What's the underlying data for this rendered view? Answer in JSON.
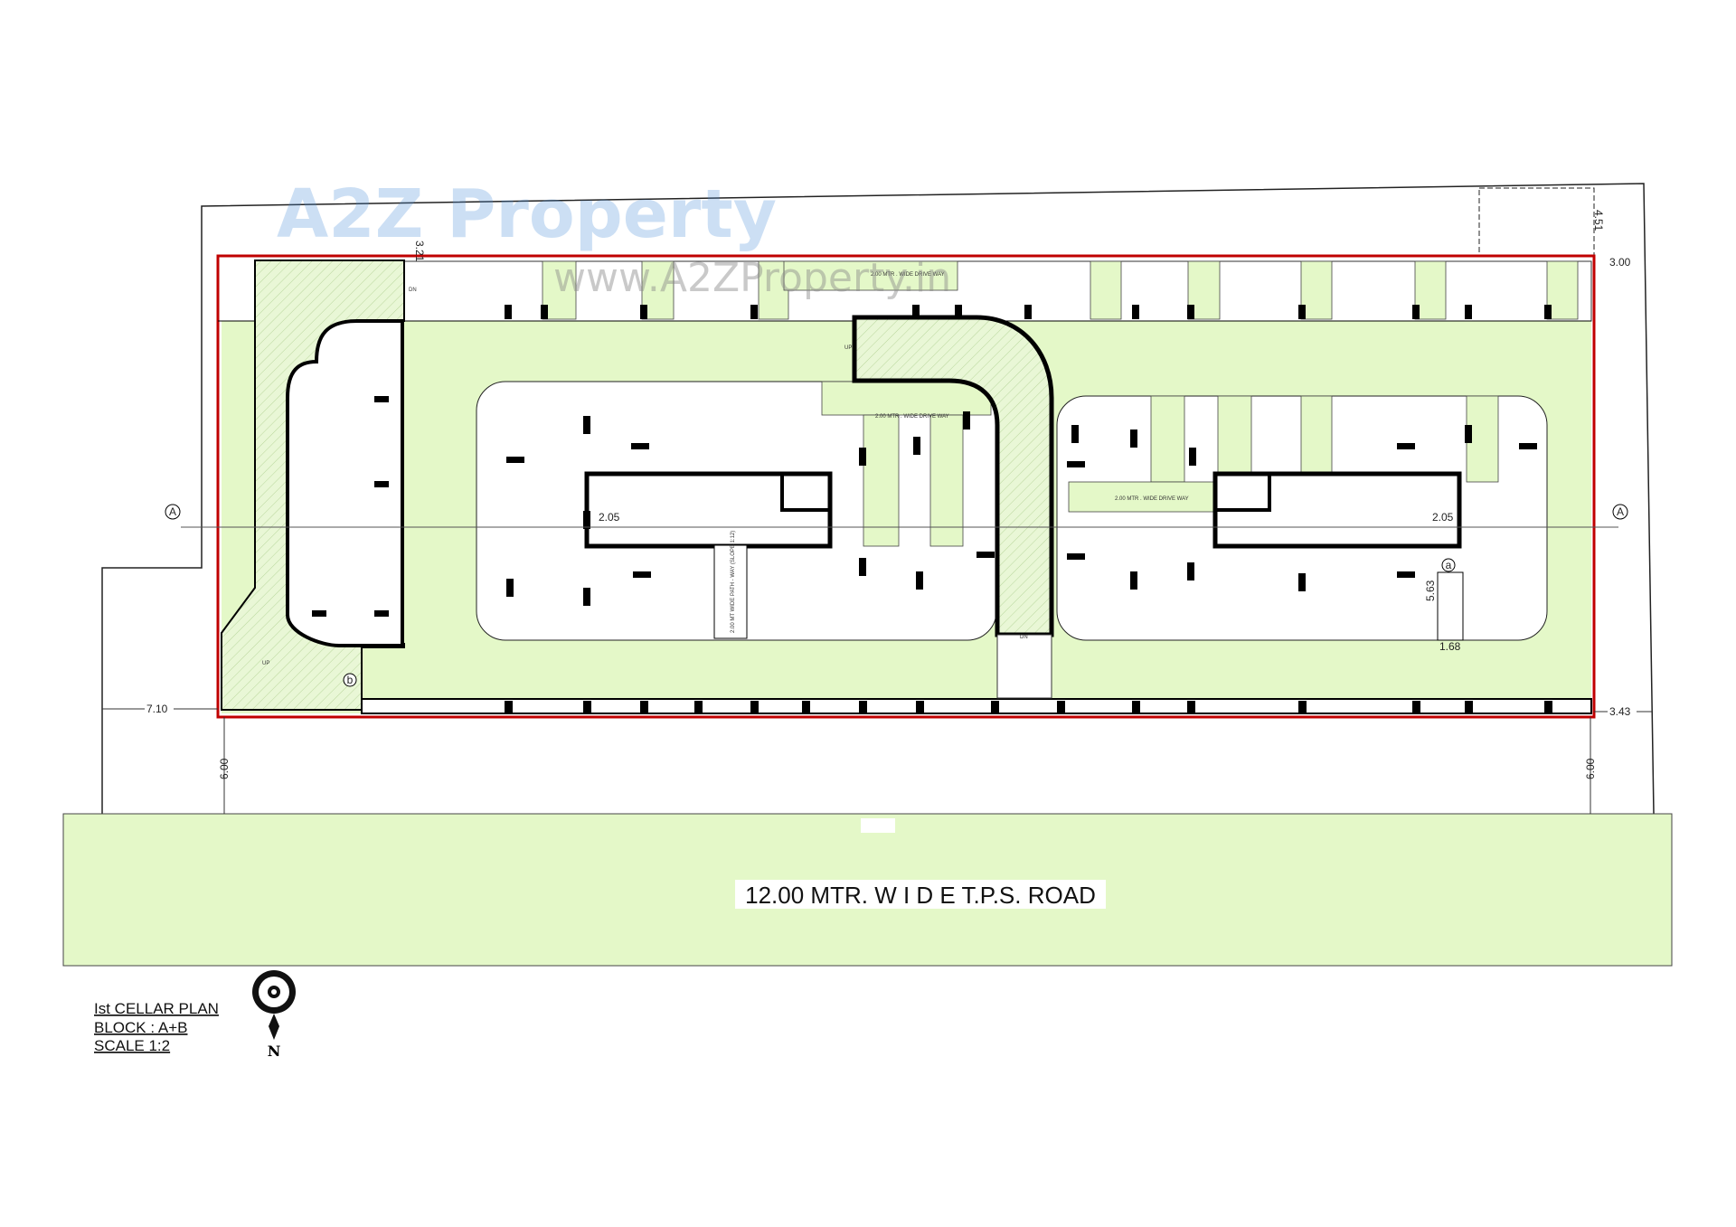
{
  "title_block": {
    "line1": "Ist CELLAR PLAN",
    "line2": "BLOCK : A+B",
    "scale": "SCALE 1:2",
    "north": "N"
  },
  "road": {
    "label": "12.00 MTR. W I D E  T.P.S. ROAD"
  },
  "watermark": {
    "brand": "A2Z Property",
    "url": "www.A2ZProperty.in"
  },
  "dimensions": {
    "top_left": "3.21",
    "top_right": "4.51",
    "right_top": "3.00",
    "left": "7.10",
    "right_bottom": "3.43",
    "front_left": "6.00",
    "front_right": "6.00",
    "stair_w": "2.05",
    "stair_h": "2.05",
    "stair_len": "5.63",
    "stair_width": "1.68"
  },
  "labels": {
    "driveway": "2.00 MTR . WIDE DRIVE WAY",
    "up": "UP",
    "dn": "DN",
    "ramp_path": "2.00 MT WIDE PATH - WAY (SLOPE 1:12)",
    "grid": "A",
    "marker_a": "a",
    "marker_b": "b"
  },
  "colors": {
    "parking_green": "#e4f8c8",
    "boundary_red": "#c00000",
    "wall": "#000000"
  }
}
